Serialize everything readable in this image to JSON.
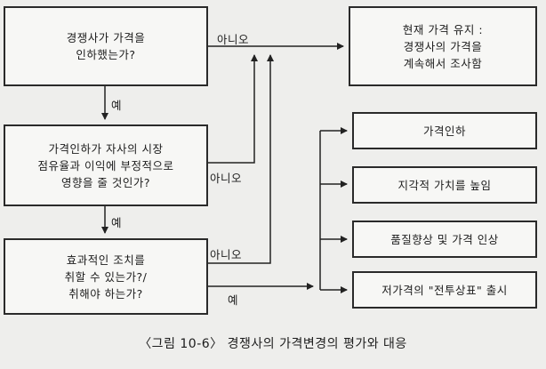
{
  "q1": {
    "lines": [
      "경쟁사가 가격을",
      "인하했는가?"
    ]
  },
  "q2": {
    "lines": [
      "가격인하가 자사의 시장",
      "점유율과 이익에 부정적으로",
      "영향을 줄 것인가?"
    ]
  },
  "q3": {
    "lines": [
      "효과적인 조치를",
      "취할 수 있는가?/",
      "취해야 하는가?"
    ]
  },
  "keep": {
    "lines": [
      "현재 가격 유지 :",
      "경쟁사의 가격을",
      "계속해서 조사함"
    ]
  },
  "responses": [
    "가격인하",
    "지각적 가치를 높임",
    "품질향상 및 가격 인상",
    "저가격의 \"전투상표\" 출시"
  ],
  "labels": {
    "yes": "예",
    "no": "아니오"
  },
  "caption": "〈그림 10-6〉 경쟁사의 가격변경의 평가와 대응"
}
